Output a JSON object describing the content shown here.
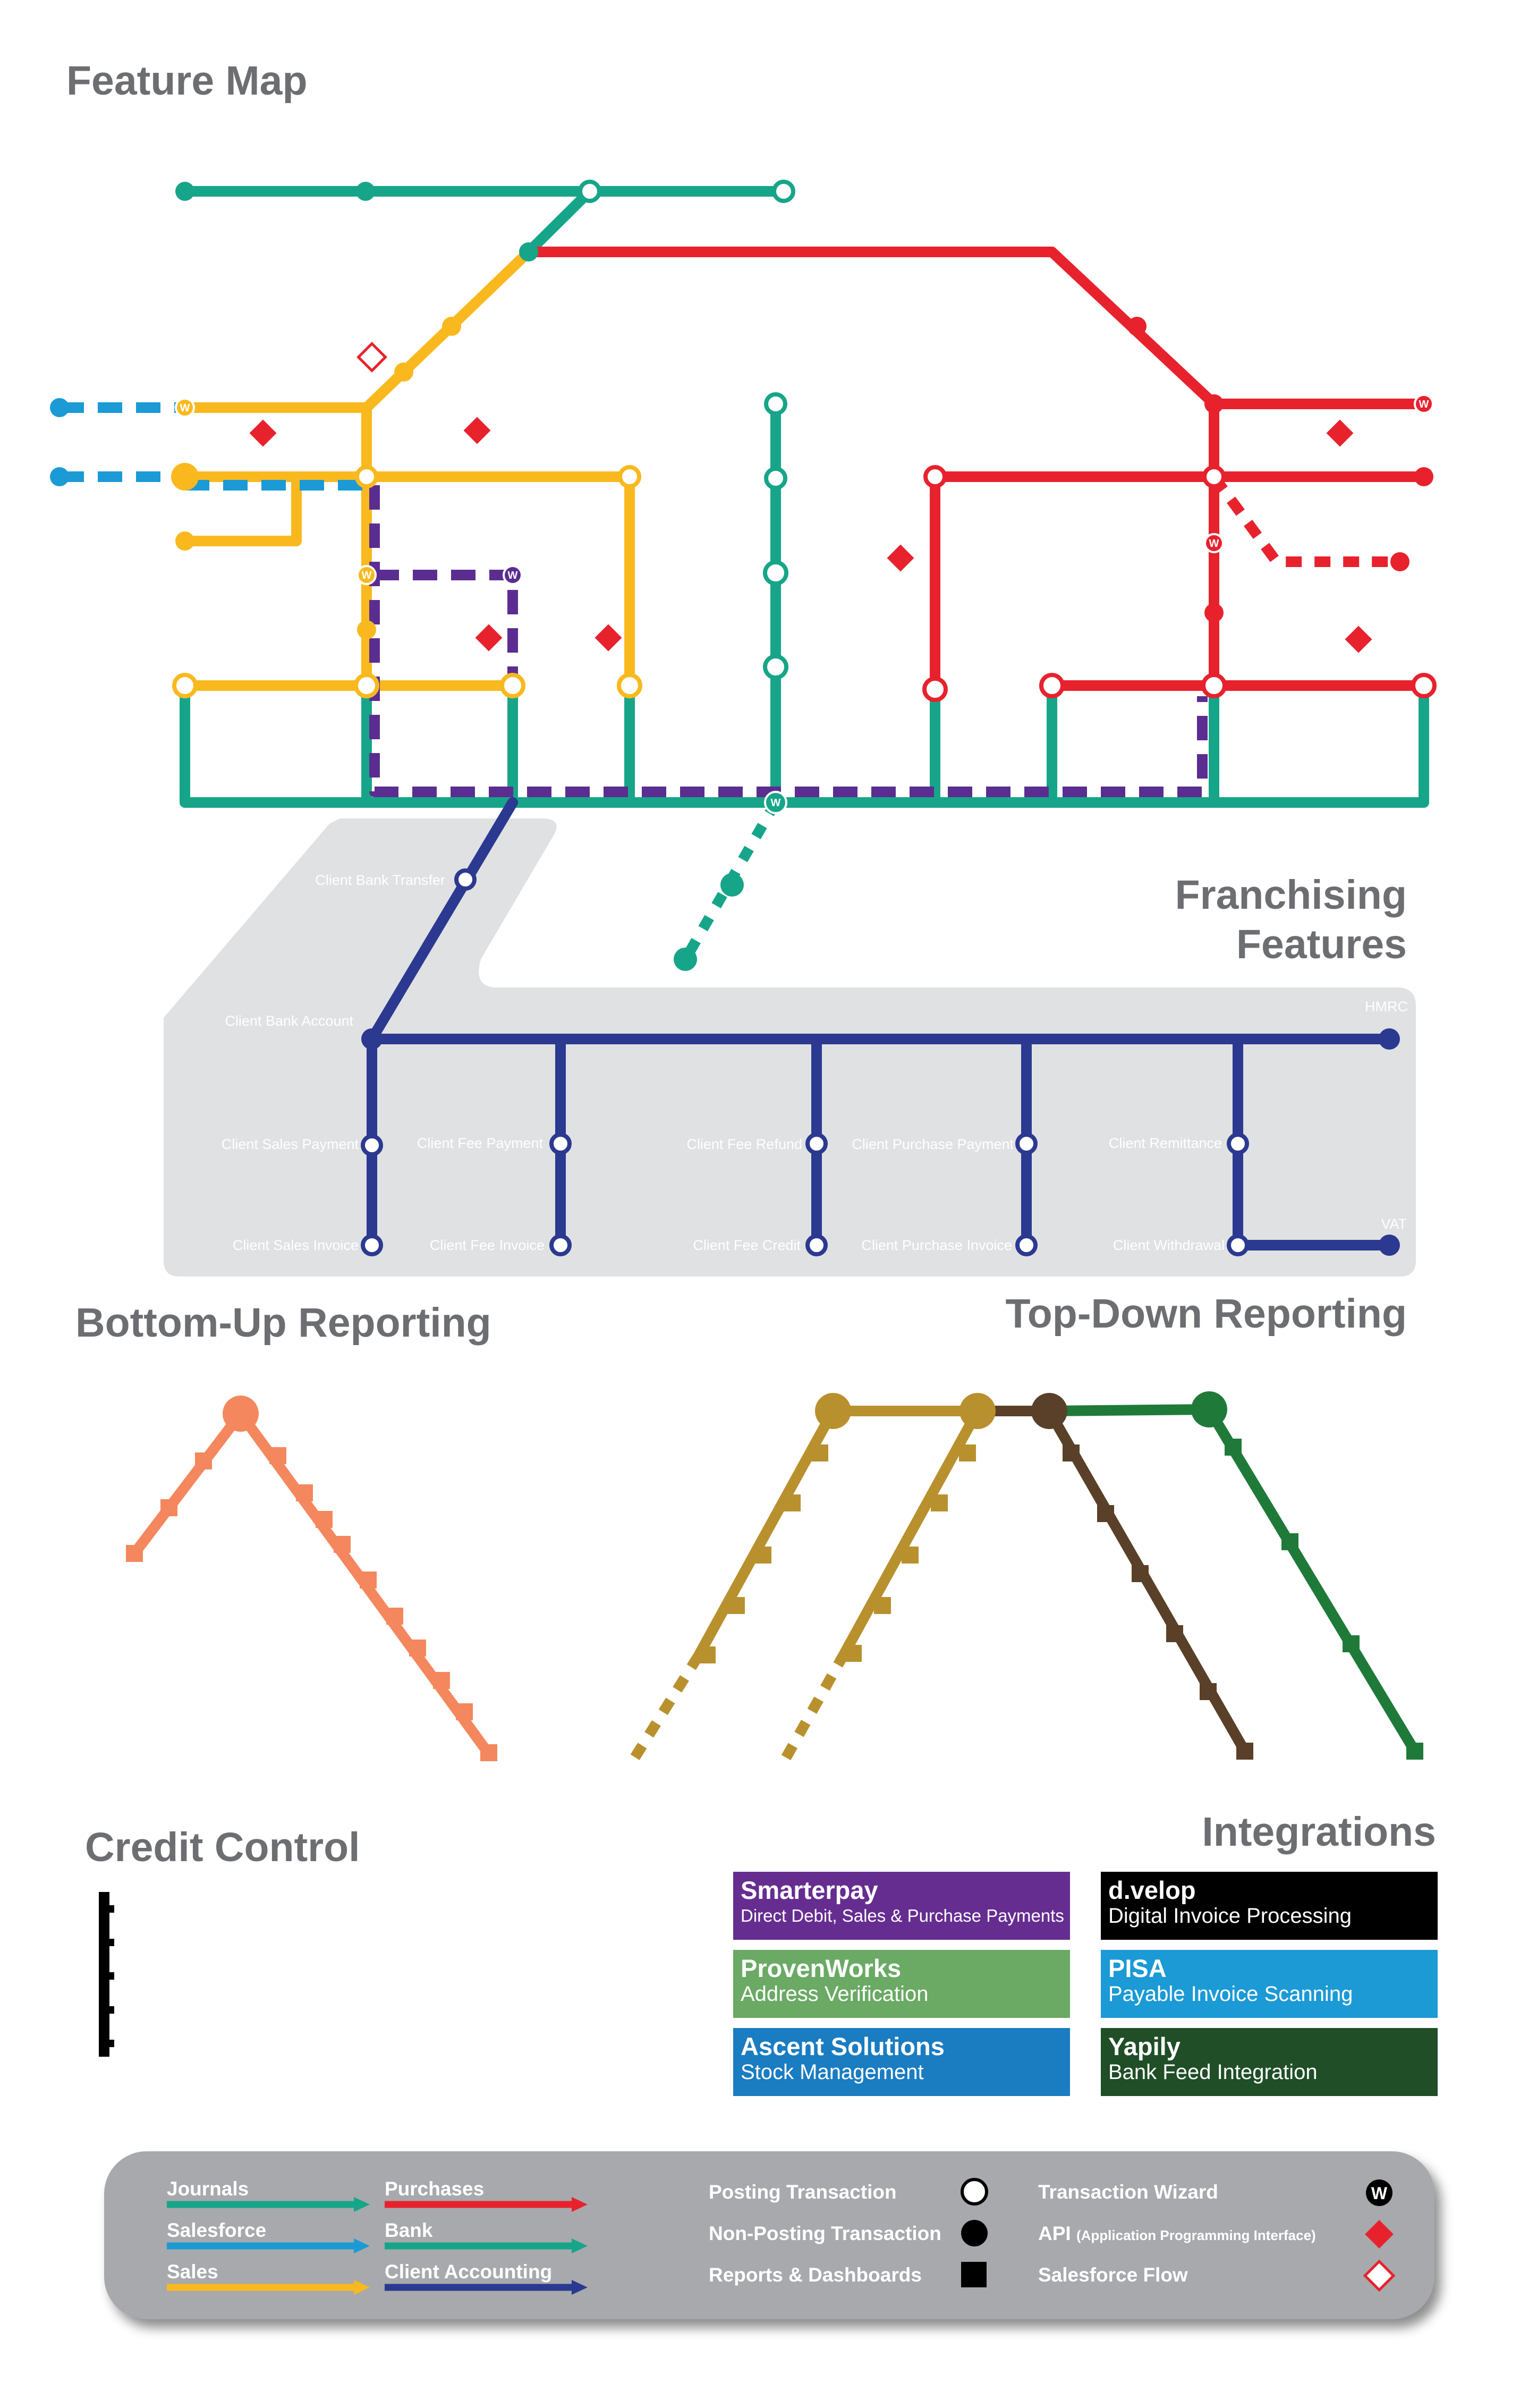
{
  "headings": {
    "feature_map": "Feature Map",
    "franchising_line1": "Franchising",
    "franchising_line2": "Features",
    "bottom_up": "Bottom-Up Reporting",
    "top_down": "Top-Down Reporting",
    "credit_control": "Credit Control",
    "integrations": "Integrations"
  },
  "wizard_marker": "W",
  "client_accounting_stations": {
    "bank_transfer": "Client Bank Transfer",
    "bank_account": "Client Bank Account",
    "hmrc": "HMRC",
    "sales_payment": "Client Sales Payment",
    "fee_payment": "Client Fee Payment",
    "fee_refund": "Client Fee Refund",
    "purchase_payment": "Client Purchase Payment",
    "remittance": "Client Remittance",
    "sales_invoice": "Client Sales Invoice",
    "fee_invoice": "Client Fee Invoice",
    "fee_credit": "Client Fee Credit",
    "purchase_invoice": "Client Purchase Invoice",
    "withdrawal": "Client Withdrawal",
    "vat": "VAT"
  },
  "integrations": [
    {
      "name": "Smarterpay",
      "desc": "Direct Debit, Sales & Purchase Payments",
      "color": "#662d91"
    },
    {
      "name": "d.velop",
      "desc": "Digital Invoice Processing",
      "color": "#000000"
    },
    {
      "name": "ProvenWorks",
      "desc": "Address Verification",
      "color": "#6aaa64"
    },
    {
      "name": "PISA",
      "desc": "Payable Invoice Scanning",
      "color": "#1b9ad6"
    },
    {
      "name": "Ascent Solutions",
      "desc": "Stock Management",
      "color": "#1a7cc1"
    },
    {
      "name": "Yapily",
      "desc": "Bank Feed Integration",
      "color": "#1f4e27"
    }
  ],
  "legend": {
    "lines": [
      {
        "label": "Journals",
        "color": "#17a589"
      },
      {
        "label": "Salesforce",
        "color": "#1b9ad6"
      },
      {
        "label": "Sales",
        "color": "#f9b91e"
      },
      {
        "label": "Purchases",
        "color": "#e8222d"
      },
      {
        "label": "Bank",
        "color": "#17a589"
      },
      {
        "label": "Client Accounting",
        "color": "#2b3990"
      }
    ],
    "symbols": [
      {
        "label": "Posting Transaction",
        "icon": "open-circle-icon"
      },
      {
        "label": "Non-Posting Transaction",
        "icon": "filled-circle-icon"
      },
      {
        "label": "Reports & Dashboards",
        "icon": "square-icon"
      },
      {
        "label": "Transaction Wizard",
        "icon": "wizard-icon"
      },
      {
        "label": "API",
        "note": "(Application Programming Interface)",
        "icon": "diamond-icon"
      },
      {
        "label": "Salesforce Flow",
        "icon": "open-diamond-icon"
      }
    ]
  },
  "colors": {
    "heading": "#6d6e71",
    "journals": "#17a589",
    "salesforce": "#1b9ad6",
    "sales": "#f9b91e",
    "purchases": "#e8222d",
    "bank": "#17a589",
    "client_accounting": "#2b3990",
    "purple": "#5b2d90",
    "panel": "#e0e1e3",
    "legend_bg": "#a7a9ac",
    "bottom_up": "#f4875d",
    "top_down_gold": "#b8912e",
    "top_down_brown": "#5a4029",
    "top_down_green": "#1f7a3a"
  }
}
